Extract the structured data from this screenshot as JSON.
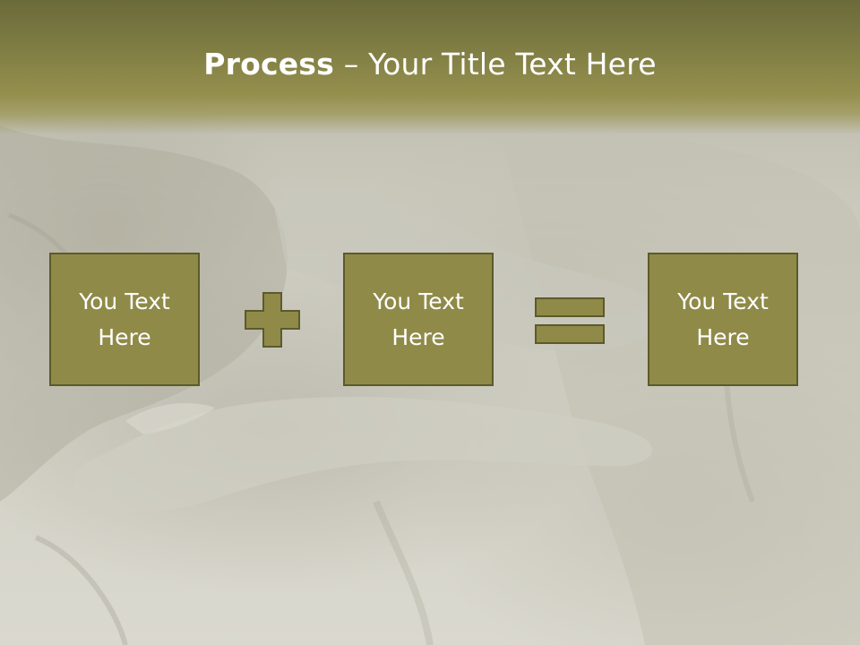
{
  "title": {
    "bold_part": "Process",
    "separator": " – ",
    "rest": "Your Title Text Here"
  },
  "process": {
    "steps": [
      {
        "label": "You Text Here"
      },
      {
        "label": "You Text Here"
      },
      {
        "label": "You Text Here"
      }
    ],
    "operators": [
      {
        "icon": "plus-icon"
      },
      {
        "icon": "equals-icon"
      }
    ]
  },
  "colors": {
    "header": "#7c7a42",
    "box_fill": "#8f8a48",
    "box_border": "#5c5a2a",
    "text": "#ffffff"
  }
}
